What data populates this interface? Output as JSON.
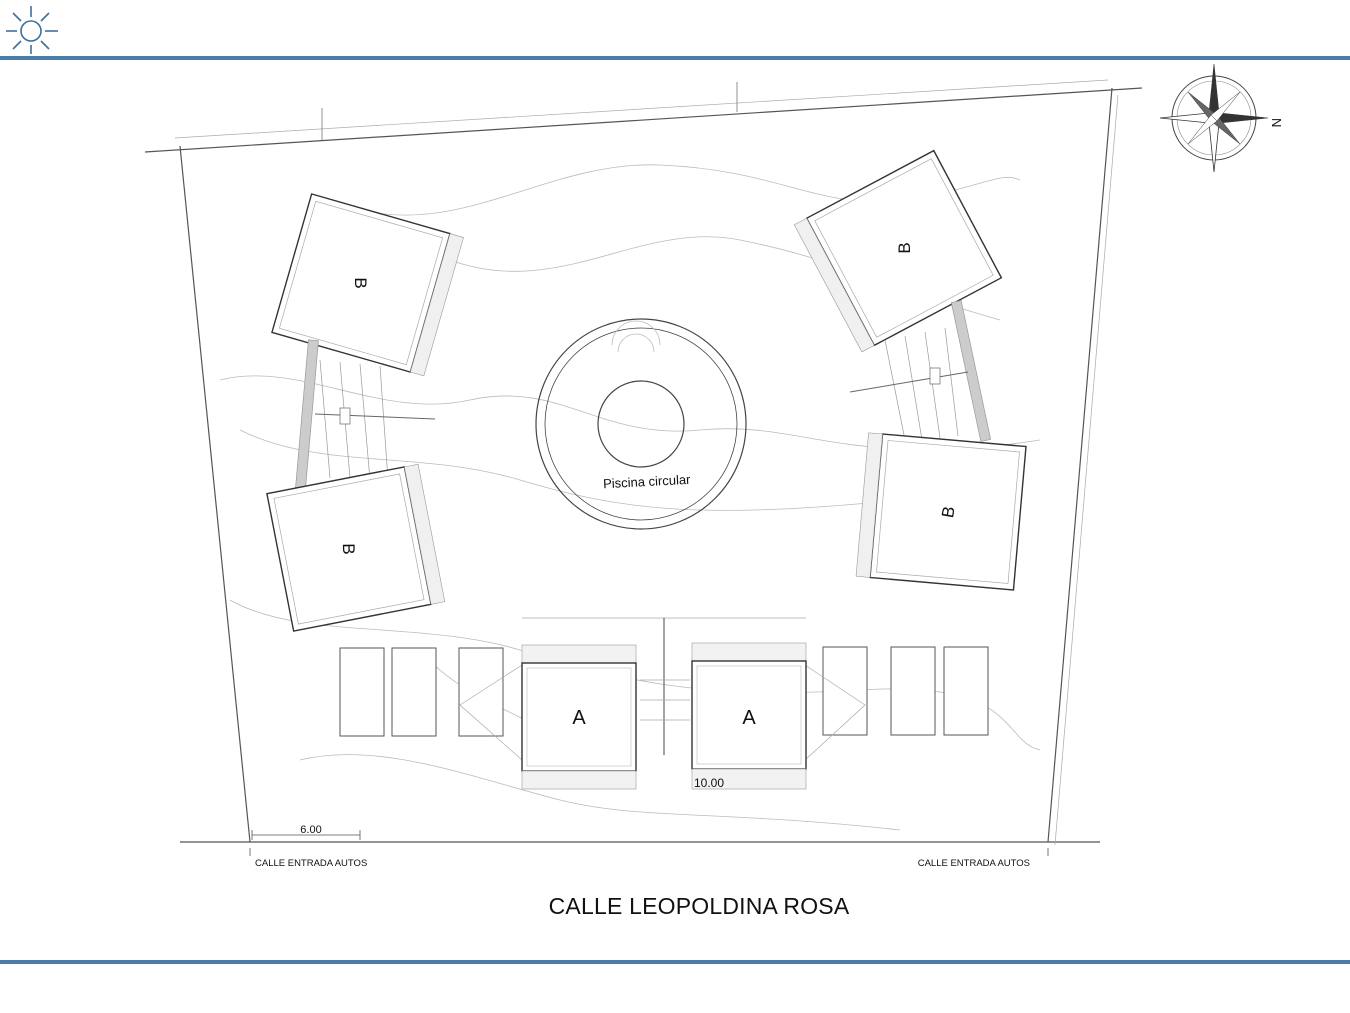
{
  "header": {
    "logo_icon": "sun-icon",
    "rule_color": "#4a7ea8"
  },
  "plan": {
    "pool_label": "Piscina circular",
    "unit_b_label": "B",
    "unit_a_label": "A",
    "dim_left": "6.00",
    "dim_bottom": "10.00",
    "entrance_left": "CALLE ENTRADA AUTOS",
    "entrance_right": "CALLE ENTRADA AUTOS",
    "street_name": "CALLE LEOPOLDINA ROSA",
    "north_symbol": "N",
    "compass_icon": "compass-rose-icon"
  }
}
